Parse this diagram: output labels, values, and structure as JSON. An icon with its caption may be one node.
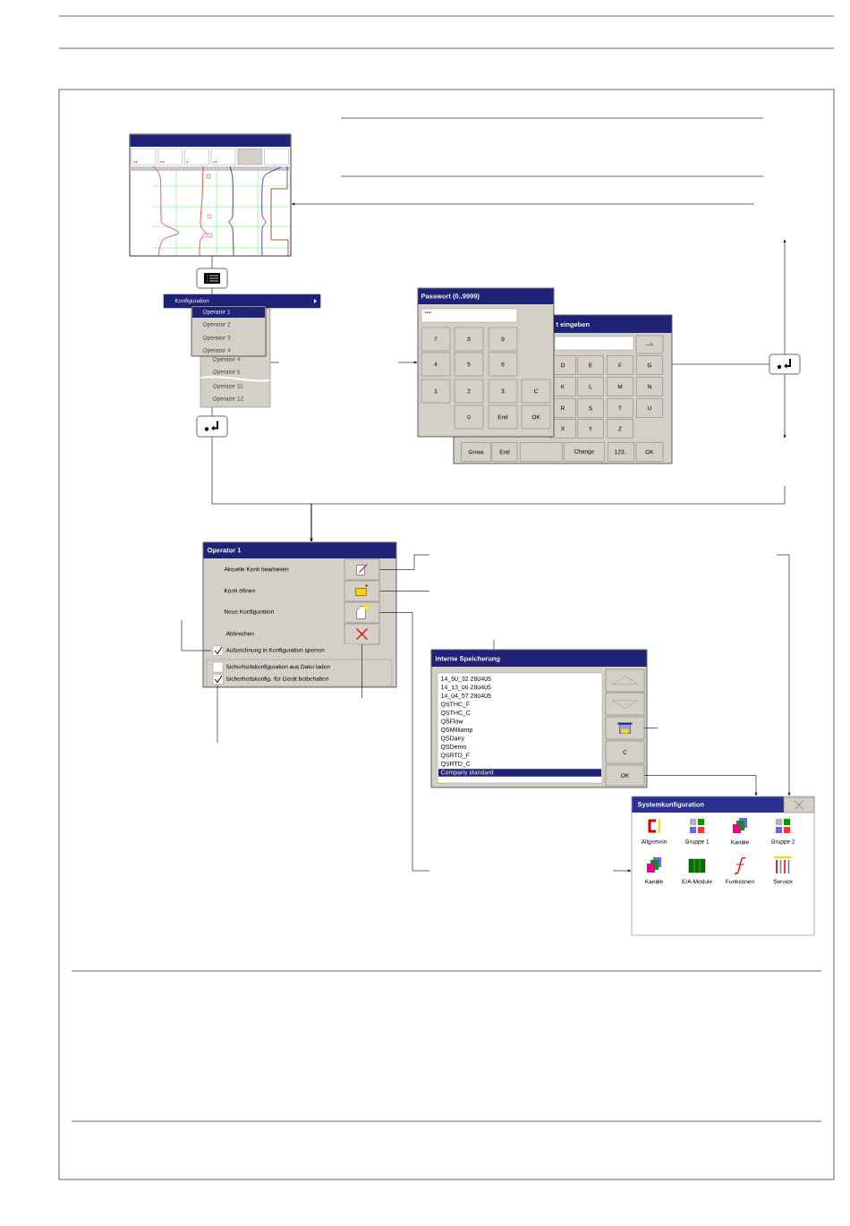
{
  "diagram": {
    "nodes": [
      {
        "text": [],
        "shape": "picture"
      },
      {
        "text": [],
        "shape": "box"
      },
      {
        "text": [
          "Konfiguration"
        ]
      },
      {
        "text": [
          "Operator 1",
          "Operator 2",
          "Operator 3",
          "Operator 4"
        ]
      },
      {
        "text": [
          "Operator 4",
          "Operator 5",
          "Operator 11",
          "Operator 12"
        ]
      },
      {
        "text": [],
        "shape": "box"
      },
      {
        "text": [
          "Passwort (0..9999)",
          "****",
          "7",
          "8",
          "9",
          "4",
          "5",
          "6",
          "1",
          "2",
          "3",
          "C",
          "0",
          "Entf",
          "OK"
        ]
      },
      {
        "text": [
          "t eingeben",
          "-->",
          "D",
          "E",
          "F",
          "G",
          "K",
          "L",
          "M",
          "N",
          "R",
          "S",
          "T",
          "U",
          "X",
          "Y",
          "Z",
          "Gross",
          "Entf",
          "Change",
          "123..",
          "OK"
        ]
      },
      {
        "text": [],
        "shape": "box"
      },
      {
        "text": [
          "Operator 1",
          "Aktuelle Konfi bearbeiten",
          "Konfi öffnen",
          "Neue Konfiguration",
          "Abbrechen"
        ]
      },
      {
        "text": [],
        "shape": "box",
        "in": 9
      },
      {
        "text": [],
        "shape": "box",
        "in": 9
      },
      {
        "text": [],
        "shape": "box",
        "in": 9
      },
      {
        "text": [],
        "shape": "box",
        "in": 9
      },
      {
        "text": [
          "Aufzeichnung in Konfiguration sperren"
        ],
        "in": 9
      },
      {
        "text": [
          "Sicherheitskonfiguration aus Datei laden"
        ],
        "in": 9
      },
      {
        "text": [
          "Sicherheitskonfig. für Gerät beibehalten"
        ],
        "in": 9
      },
      {
        "text": [
          "Interne Speicherung",
          "14_50_32 280405",
          "14_13_06 280405",
          "14_04_57 280405",
          "QSTHC_F",
          "QSTHC_C",
          "QSFlow",
          "QSMilliamp",
          "QSDairy",
          "QSDemo",
          "QSRTD_F",
          "QSRTD_C",
          "Company standard"
        ]
      },
      {
        "text": [],
        "shape": "box",
        "in": 17
      },
      {
        "text": [],
        "shape": "box",
        "in": 17
      },
      {
        "text": [],
        "shape": "box",
        "in": 17
      },
      {
        "text": [
          "C"
        ],
        "in": 17
      },
      {
        "text": [
          "OK"
        ],
        "in": 17
      },
      {
        "text": [
          "Systemkonfiguration",
          "Allgemein",
          "Gruppe 1",
          "Kanäle",
          "Gruppe 2",
          "Kanäle",
          "E/A-Module",
          "Funktionen",
          "Service"
        ]
      },
      {
        "text": [],
        "shape": "box",
        "in": 23
      }
    ],
    "edges": [
      {
        "from": null,
        "to": 0,
        "arrow": "to"
      },
      {
        "from": 0,
        "to": 1,
        "arrow": "none"
      },
      {
        "from": 1,
        "to": 2,
        "arrow": "none"
      },
      {
        "from": 4,
        "to": 5,
        "arrow": "none"
      },
      {
        "from": 4,
        "to": null,
        "arrow": "none"
      },
      {
        "from": null,
        "to": 6,
        "arrow": "to"
      },
      {
        "from": 7,
        "to": 8,
        "arrow": "none"
      },
      {
        "from": 8,
        "to": null,
        "arrow": "to"
      },
      {
        "from": 8,
        "to": null,
        "arrow": "to"
      },
      {
        "from": 5,
        "to": 9,
        "arrow": "to"
      },
      {
        "from": null,
        "to": 9,
        "arrow": "to"
      },
      {
        "from": 10,
        "to": null,
        "arrow": "none"
      },
      {
        "from": 11,
        "to": null,
        "arrow": "none"
      },
      {
        "from": 12,
        "to": null,
        "arrow": "none"
      },
      {
        "from": null,
        "to": 23,
        "arrow": "to"
      },
      {
        "from": 13,
        "to": null,
        "arrow": "none"
      },
      {
        "from": null,
        "to": 14,
        "arrow": "none"
      },
      {
        "from": 16,
        "to": null,
        "arrow": "none"
      },
      {
        "from": null,
        "to": 17,
        "arrow": "none"
      },
      {
        "from": 20,
        "to": null,
        "arrow": "none"
      },
      {
        "from": 22,
        "to": 23,
        "arrow": "to"
      },
      {
        "from": null,
        "to": 23,
        "arrow": "to"
      }
    ]
  }
}
